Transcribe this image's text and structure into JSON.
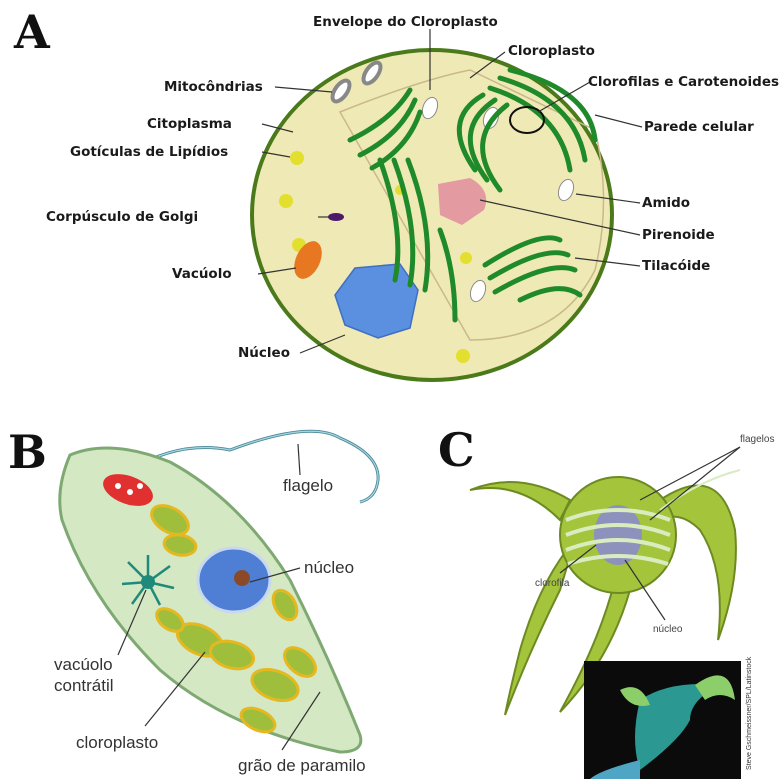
{
  "panels": {
    "a": {
      "letter": "A",
      "labels": {
        "envelope": "Envelope do Cloroplasto",
        "chloroplast": "Cloroplasto",
        "pigments": "Clorofilas e Carotenoides",
        "mitochondria": "Mitocôndrias",
        "cytoplasm": "Citoplasma",
        "cell_wall": "Parede celular",
        "lipid_droplets": "Gotículas de Lipídios",
        "starch": "Amido",
        "golgi": "Corpúsculo de Golgi",
        "pyrenoid": "Pirenoide",
        "thylakoid": "Tilacóide",
        "vacuole": "Vacúolo",
        "nucleus": "Núcleo"
      }
    },
    "b": {
      "letter": "B",
      "labels": {
        "flagellum": "flagelo",
        "nucleus": "núcleo",
        "contractile_vacuole_line1": "vacúolo",
        "contractile_vacuole_line2": "contrátil",
        "chloroplast": "cloroplasto",
        "paramylon": "grão de paramilo"
      }
    },
    "c": {
      "letter": "C",
      "labels": {
        "flagella": "flagelos",
        "chlorophyll": "clorofila",
        "nucleus": "núcleo"
      },
      "photo_credit": "Steve Gschmeissner/SPL/Latinstock"
    }
  },
  "colors": {
    "cell_fill": "#efe9b6",
    "cell_outline": "#4a7a1a",
    "thylakoid": "#1f8a2a",
    "nucleus": "#5b8fe0",
    "vacuole": "#e87722",
    "pyrenoid": "#e39aa0",
    "euglena_body": "#d4e8c4",
    "dinoflagellate": "#a4c43c"
  }
}
